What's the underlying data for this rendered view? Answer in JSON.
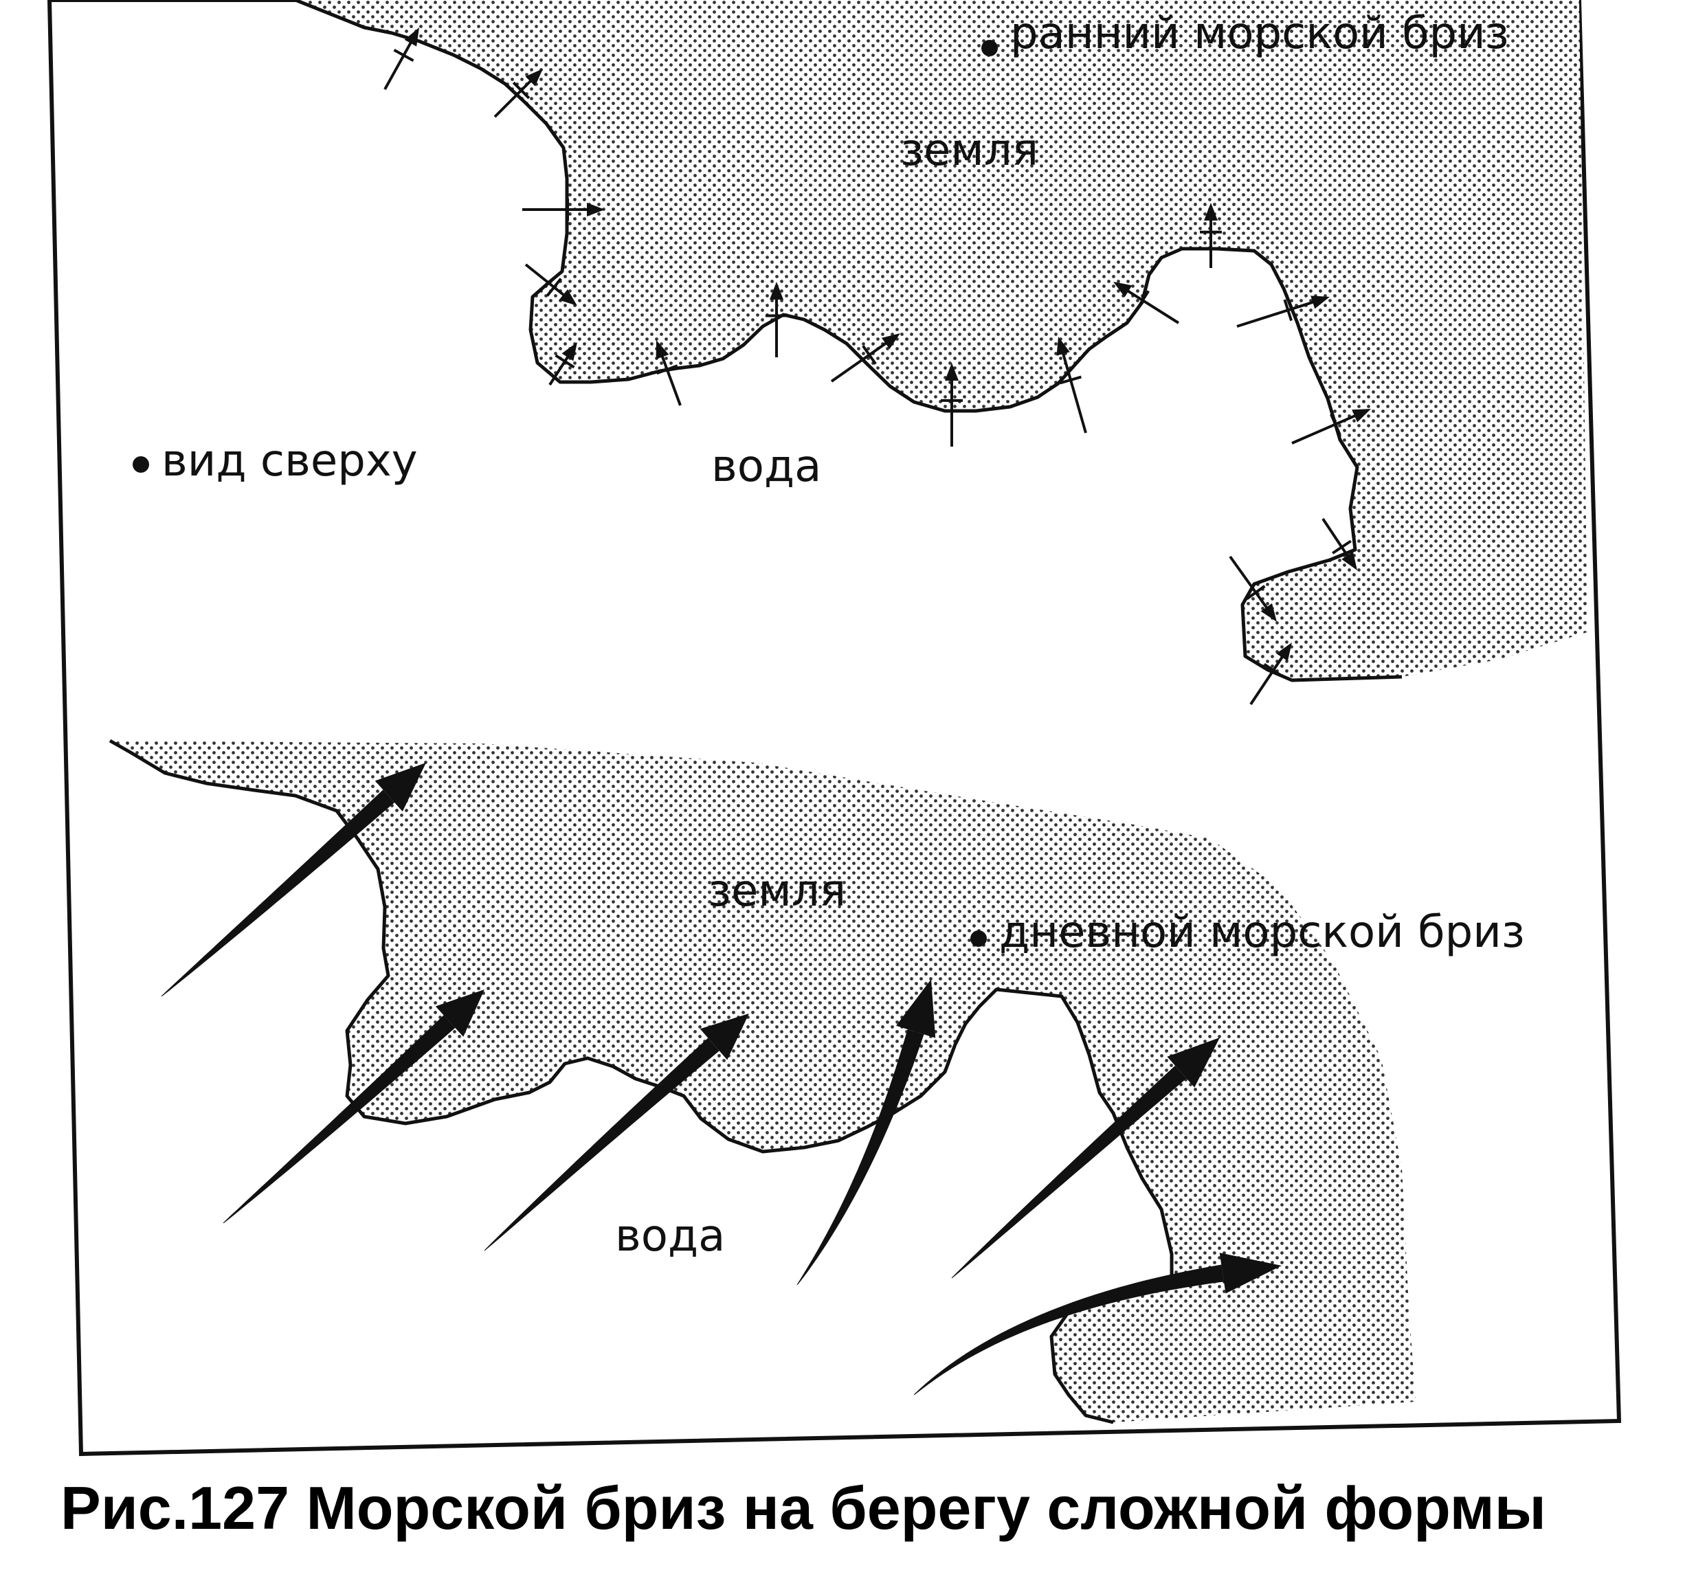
{
  "panel_top": {
    "label_land": "земля",
    "label_water": "вода",
    "label_view": "вид сверху",
    "label_breeze": "ранний морской бриз"
  },
  "panel_bottom": {
    "label_land": "земля",
    "label_water": "вода",
    "label_breeze": "дневной морской бриз"
  },
  "caption": "Рис.127 Морской бриз на берегу сложной формы",
  "colors": {
    "ink": "#111111",
    "dots": "#333333",
    "paper": "#ffffff"
  }
}
